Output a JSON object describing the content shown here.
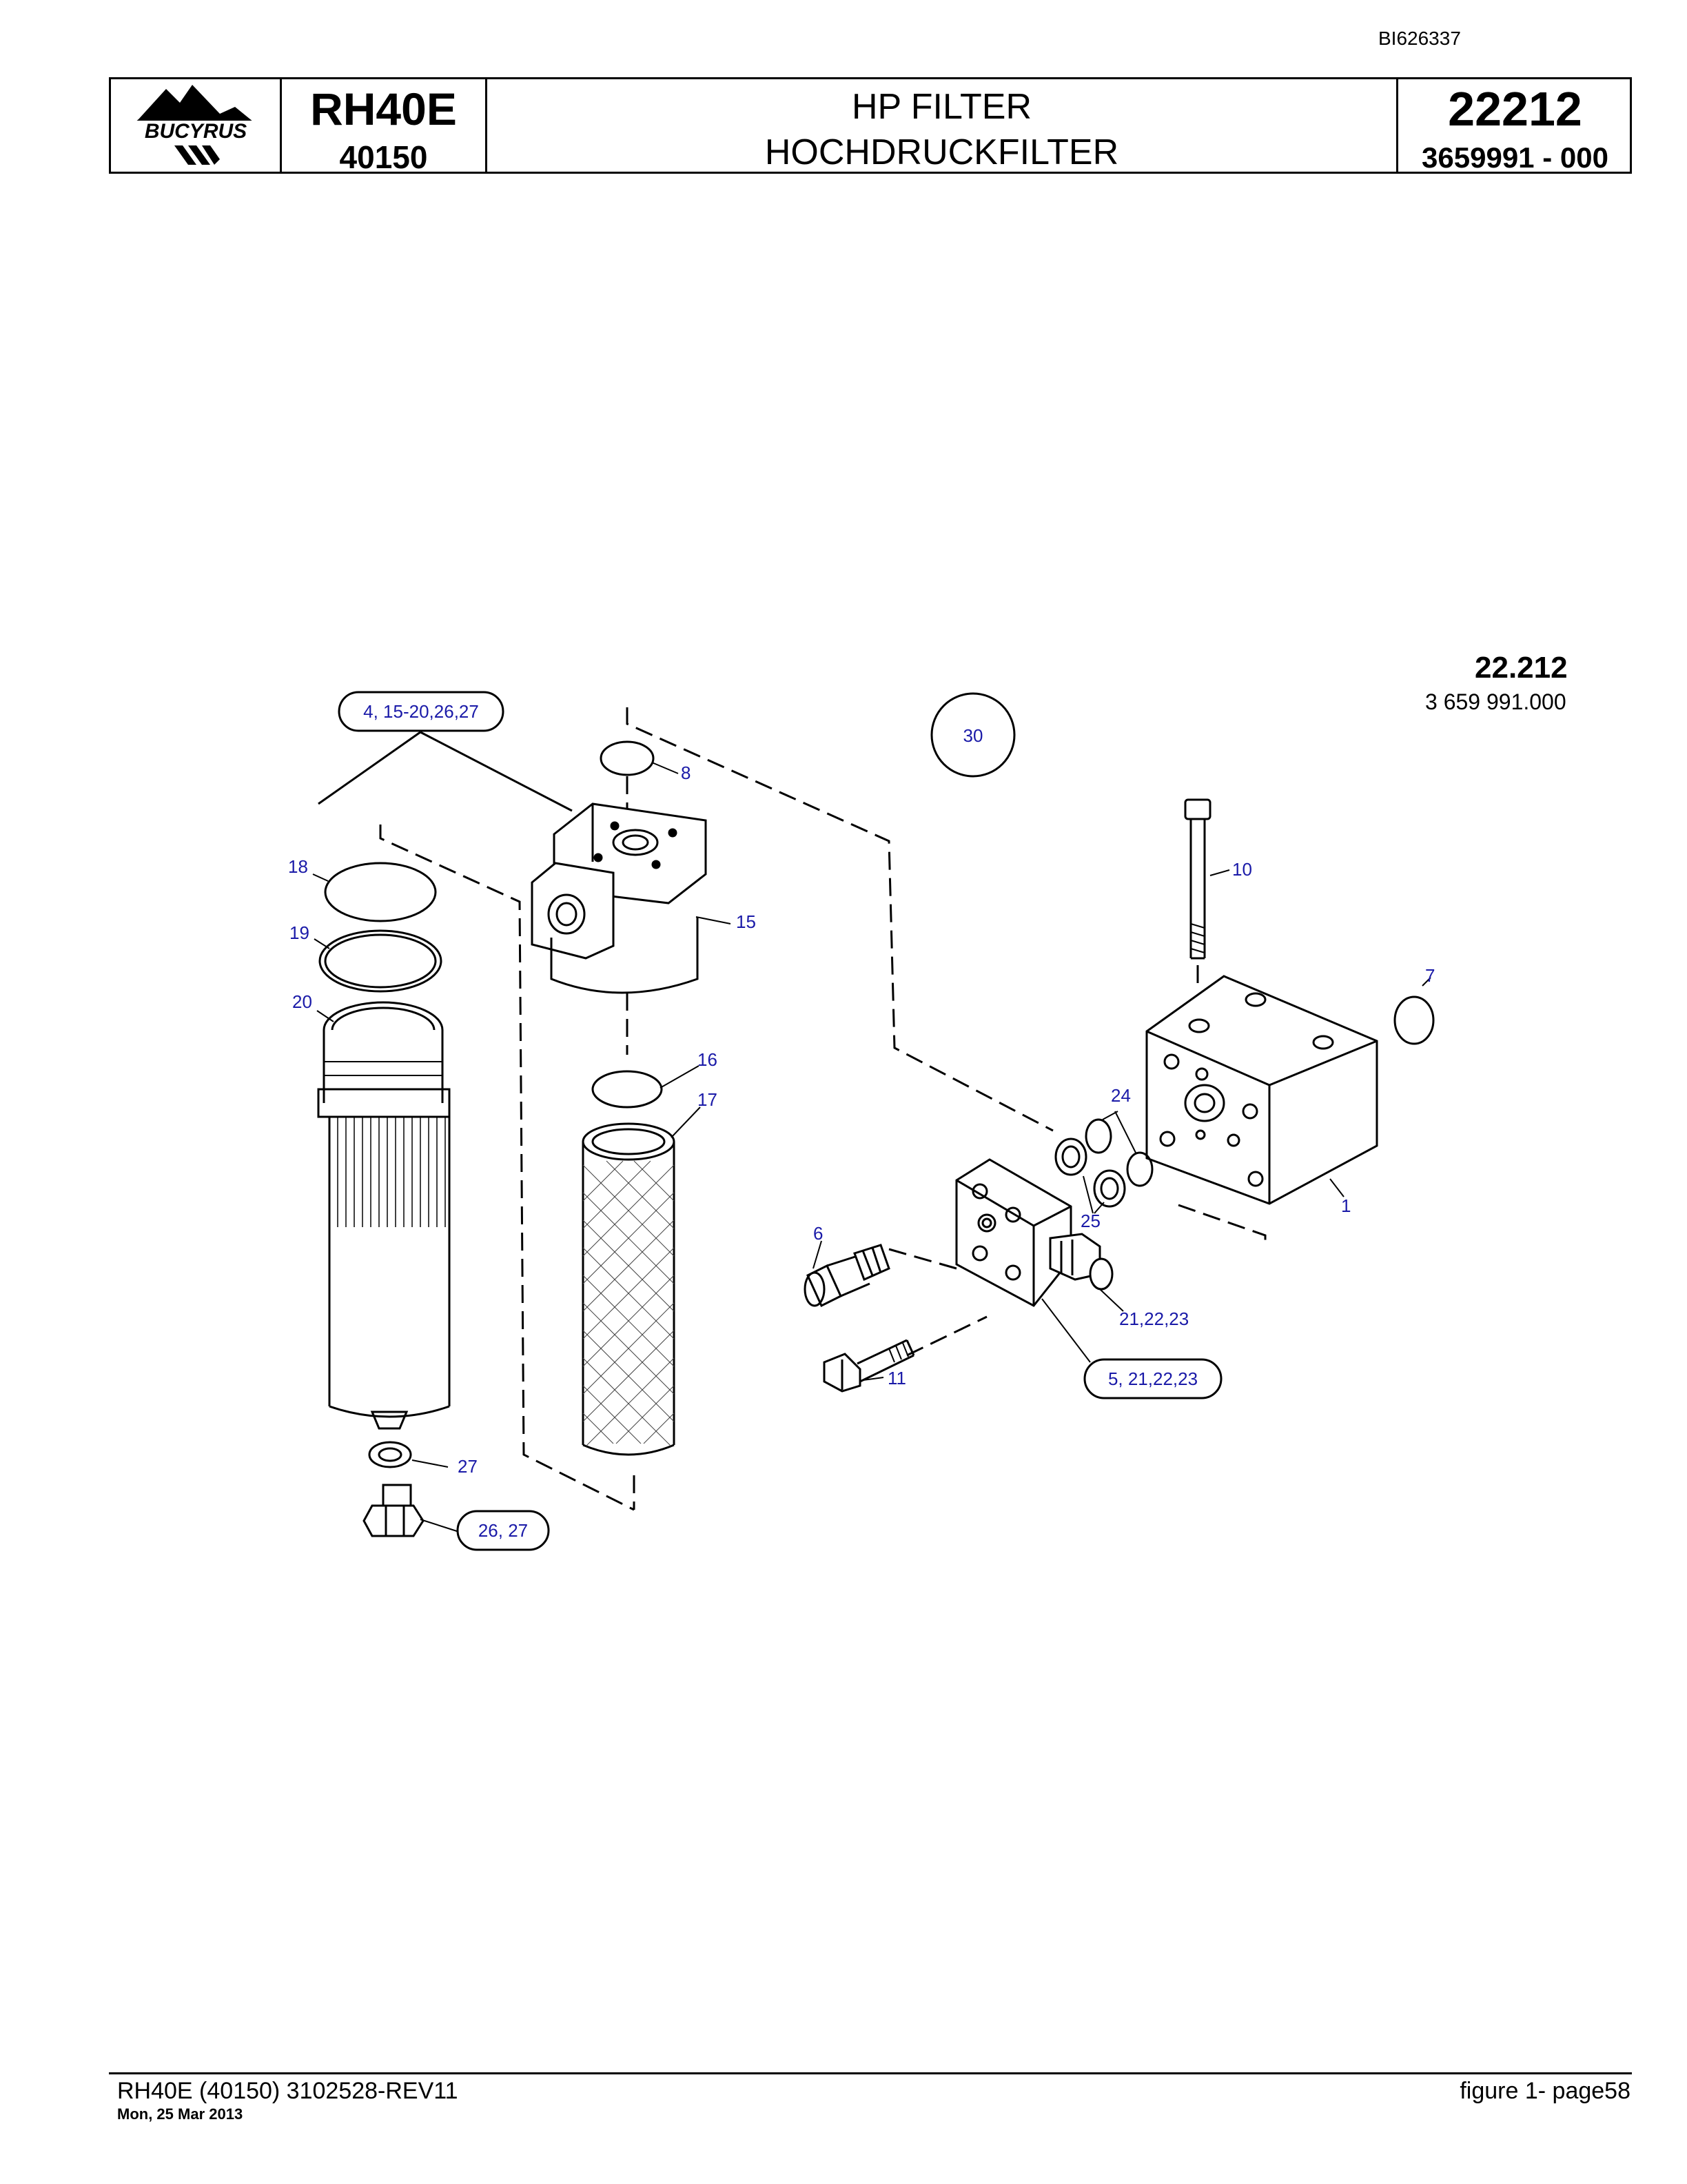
{
  "doc_id": "BI626337",
  "header": {
    "logo_text": "BUCYRUS",
    "model": "RH40E",
    "serial": "40150",
    "title_en": "HP FILTER",
    "title_de": "HOCHDRUCKFILTER",
    "group_number": "22212",
    "part_number": "3659991  - 000"
  },
  "figure": {
    "number": "22.212",
    "part_number": "3 659 991.000",
    "callouts": {
      "c1": "1",
      "c6": "6",
      "c7": "7",
      "c8": "8",
      "c10": "10",
      "c11": "11",
      "c15": "15",
      "c16": "16",
      "c17": "17",
      "c18": "18",
      "c19": "19",
      "c20": "20",
      "c24": "24",
      "c25": "25",
      "c27": "27",
      "c30": "30",
      "c21_23": "21,22,23",
      "g_4_27": "4, 15-20,26,27",
      "g_26_27": "26, 27",
      "g_5_23": "5, 21,22,23"
    }
  },
  "footer": {
    "left": "RH40E (40150) 3102528-REV11",
    "date": "Mon, 25 Mar 2013",
    "right": "figure  1- page58"
  },
  "colors": {
    "callout": "#1a1aa8",
    "line": "#000000"
  }
}
